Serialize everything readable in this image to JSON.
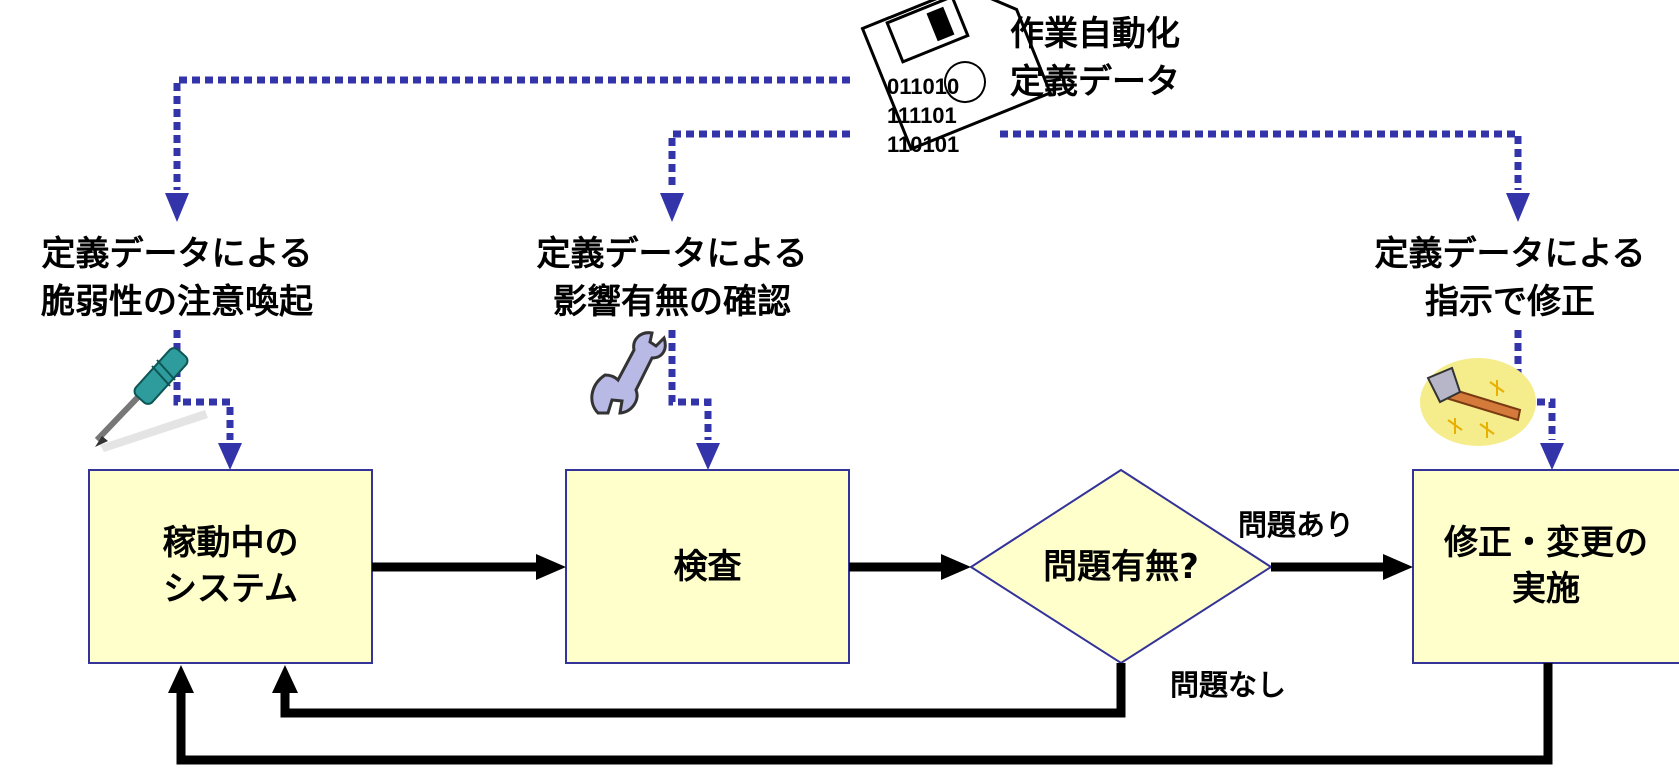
{
  "colors": {
    "box_fill": "#FFFFCC",
    "box_border": "#333399",
    "dotted_line": "#3333AA",
    "solid_line": "#000000"
  },
  "data_source": {
    "label_line1": "作業自動化",
    "label_line2": "定義データ",
    "binary": [
      "011010",
      "111101",
      "110101"
    ],
    "icon": "floppy-disk-icon"
  },
  "annotations": [
    {
      "line1": "定義データによる",
      "line2": "脆弱性の注意喚起",
      "icon": "screwdriver-icon"
    },
    {
      "line1": "定義データによる",
      "line2": "影響有無の確認",
      "icon": "wrench-icon"
    },
    {
      "line1": "定義データによる",
      "line2": "指示で修正",
      "icon": "hammer-icon"
    }
  ],
  "nodes": {
    "system": {
      "line1": "稼動中の",
      "line2": "システム"
    },
    "inspection": {
      "line1": "検査"
    },
    "decision": {
      "line1": "問題有無?"
    },
    "fix": {
      "line1": "修正・変更の",
      "line2": "実施"
    }
  },
  "edge_labels": {
    "yes": "問題あり",
    "no": "問題なし"
  }
}
